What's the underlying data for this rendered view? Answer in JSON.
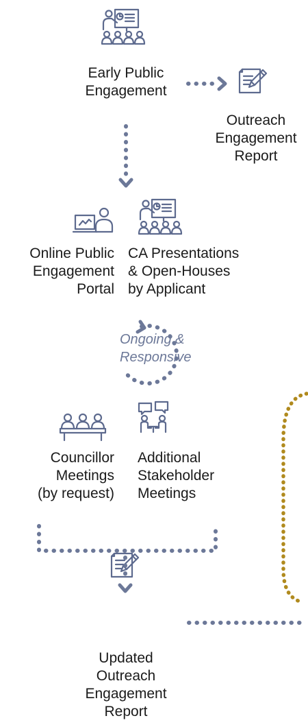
{
  "nodes": {
    "early": [
      "Early Public",
      "Engagement"
    ],
    "outreach": [
      "Outreach",
      "Engagement",
      "Report"
    ],
    "portal": [
      "Online Public",
      "Engagement",
      "Portal"
    ],
    "presentations": [
      "CA Presentations",
      "& Open-Houses",
      "by Applicant"
    ],
    "ongoing": [
      "Ongoing &",
      "Responsive"
    ],
    "councillor": [
      "Councillor",
      "Meetings",
      "(by request)"
    ],
    "stakeholder": [
      "Additional",
      "Stakeholder",
      "Meetings"
    ],
    "updated": [
      "Updated",
      "Outreach",
      "Engagement",
      "Report"
    ]
  },
  "icons": {
    "presentation": "presentation-audience-icon",
    "report": "report-pencil-icon",
    "portal": "computer-user-icon",
    "meeting": "people-table-icon",
    "stakeholder": "conversation-chairs-icon"
  },
  "colors": {
    "icon": "#5d6a8e",
    "connector": "#6c7898",
    "gold": "#b08a1e",
    "text": "#1a1a1a"
  }
}
